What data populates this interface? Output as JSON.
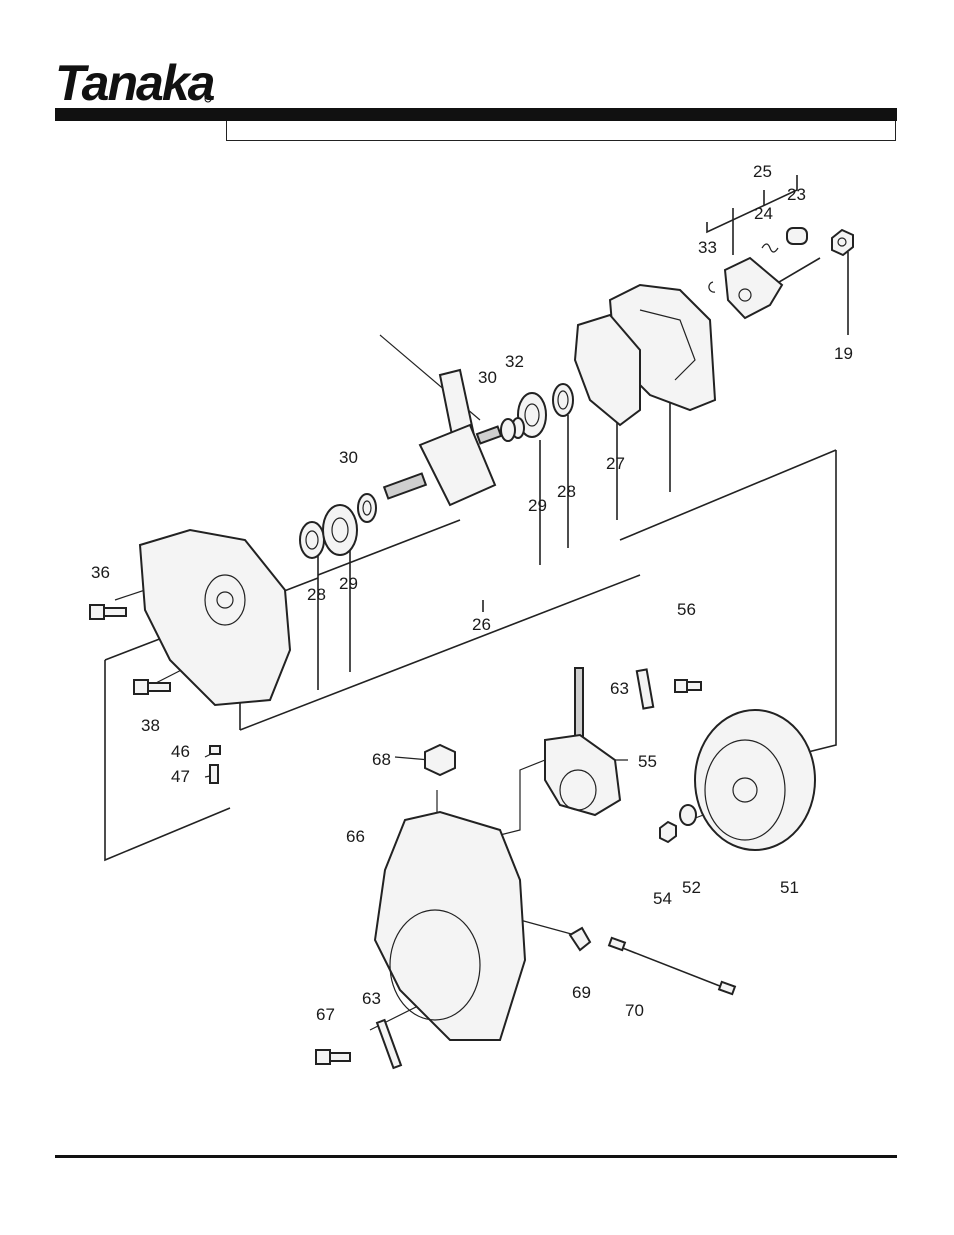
{
  "brand": {
    "logo_text": "Tanaka"
  },
  "header": {
    "title": ""
  },
  "diagram": {
    "part_labels": [
      {
        "id": "lbl-25",
        "text": "25"
      },
      {
        "id": "lbl-24",
        "text": "24"
      },
      {
        "id": "lbl-23",
        "text": "23"
      },
      {
        "id": "lbl-33",
        "text": "33"
      },
      {
        "id": "lbl-19",
        "text": "19"
      },
      {
        "id": "lbl-30a",
        "text": "30"
      },
      {
        "id": "lbl-32",
        "text": "32"
      },
      {
        "id": "lbl-30b",
        "text": "30"
      },
      {
        "id": "lbl-29a",
        "text": "29"
      },
      {
        "id": "lbl-28a",
        "text": "28"
      },
      {
        "id": "lbl-27",
        "text": "27"
      },
      {
        "id": "lbl-36",
        "text": "36"
      },
      {
        "id": "lbl-28b",
        "text": "28"
      },
      {
        "id": "lbl-29b",
        "text": "29"
      },
      {
        "id": "lbl-26",
        "text": "26"
      },
      {
        "id": "lbl-56",
        "text": "56"
      },
      {
        "id": "lbl-63a",
        "text": "63"
      },
      {
        "id": "lbl-38",
        "text": "38"
      },
      {
        "id": "lbl-46",
        "text": "46"
      },
      {
        "id": "lbl-47",
        "text": "47"
      },
      {
        "id": "lbl-68",
        "text": "68"
      },
      {
        "id": "lbl-55",
        "text": "55"
      },
      {
        "id": "lbl-66",
        "text": "66"
      },
      {
        "id": "lbl-54",
        "text": "54"
      },
      {
        "id": "lbl-52",
        "text": "52"
      },
      {
        "id": "lbl-51",
        "text": "51"
      },
      {
        "id": "lbl-69",
        "text": "69"
      },
      {
        "id": "lbl-70",
        "text": "70"
      },
      {
        "id": "lbl-67",
        "text": "67"
      },
      {
        "id": "lbl-63b",
        "text": "63"
      }
    ]
  }
}
